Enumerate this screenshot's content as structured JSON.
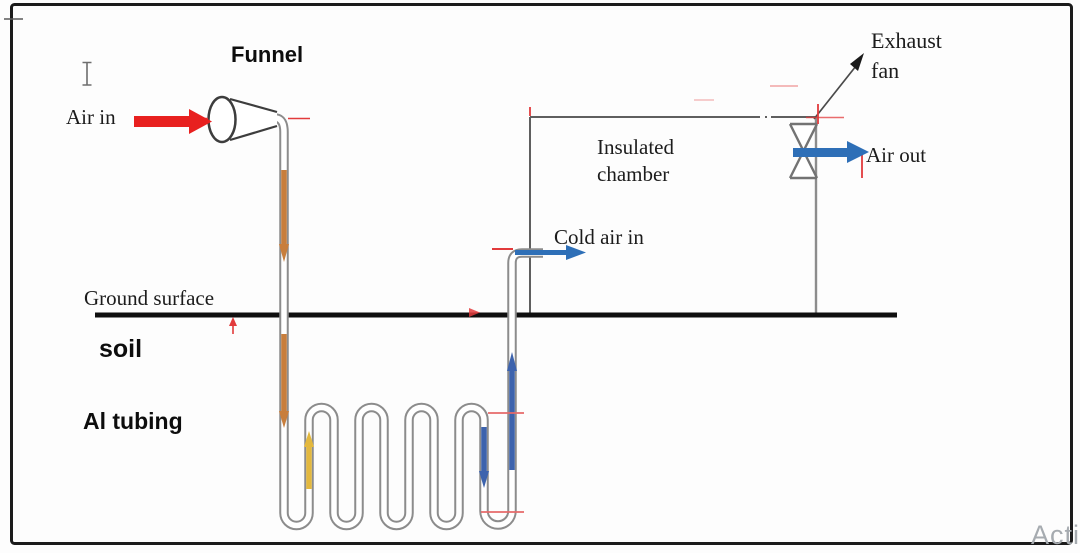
{
  "diagram": {
    "title_context": "Earth-air heat exchanger schematic",
    "labels": {
      "funnel": "Funnel",
      "air_in": "Air in",
      "exhaust_fan": "Exhaust fan",
      "insulated_chamber": "Insulated chamber",
      "air_out": "Air out",
      "cold_air_in": "Cold air in",
      "ground_surface": "Ground surface",
      "soil": "soil",
      "al_tubing": "Al tubing"
    },
    "watermark": "Acti",
    "icons": [
      "funnel-shape",
      "exhaust-fan-symbol",
      "text-cursor-icon",
      "air-in-arrow",
      "air-out-arrow",
      "cold-air-arrow",
      "warm-flow-arrow-down",
      "mixed-flow-arrow-up",
      "cold-flow-arrow-down",
      "cold-flow-arrow-up"
    ],
    "colors": {
      "air_in_arrow": "#e8201f",
      "air_out_arrow": "#2e6fb7",
      "cold_air_arrow": "#2e6fb7",
      "warm_air_fill": "#c87e3c",
      "mixed_air_fill": "#e3b83e",
      "cold_air_fill": "#3d63ad",
      "pipe_outline": "#8c8c8c",
      "chamber_outline": "#5b5b5b",
      "ground_line": "#0f0f0f",
      "annotation_red": "#e23b3c",
      "border": "#1b1b1b",
      "watermark_gray": "#a6abb0"
    }
  }
}
